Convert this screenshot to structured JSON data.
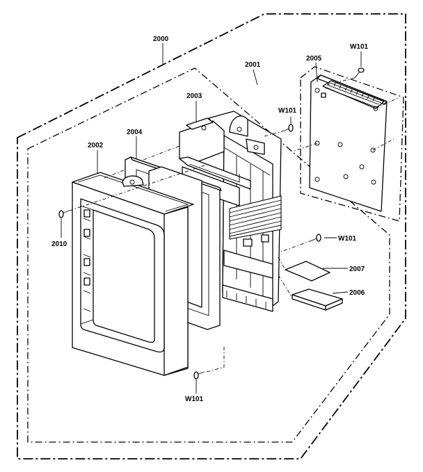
{
  "diagram": {
    "labels": {
      "assembly": "2000",
      "chassis": "2001",
      "frame": "2002",
      "bracket": "2003",
      "plate": "2004",
      "pcb": "2005",
      "pad": "2006",
      "sheet": "2007",
      "screw_left": "2010",
      "screw_w101_top": "W101",
      "screw_w101_mid": "W101",
      "screw_w101_right": "W101",
      "screw_w101_bottom": "W101"
    }
  }
}
